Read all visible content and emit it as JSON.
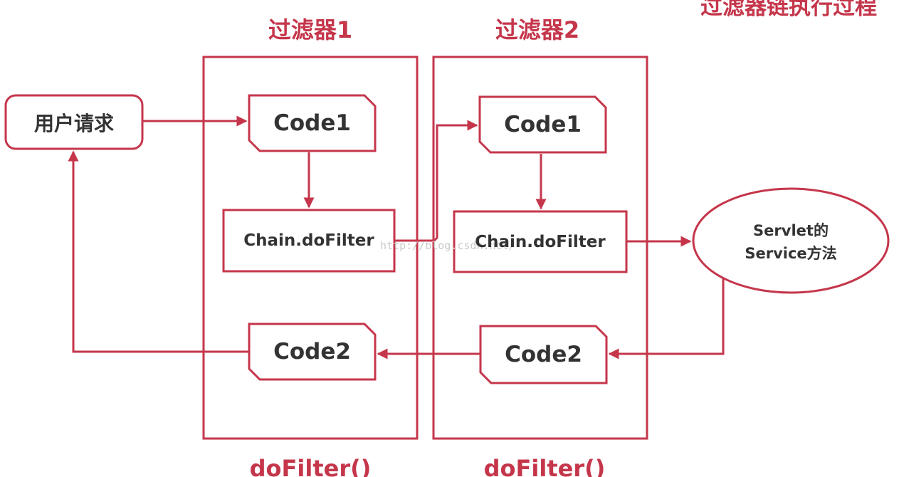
{
  "page_title_partial": "过滤器链执行过程",
  "filter1": {
    "title": "过滤器1",
    "method": "doFilter()"
  },
  "filter2": {
    "title": "过滤器2",
    "method": "doFilter()"
  },
  "user_request": "用户请求",
  "f1_code1": "Code1",
  "f1_chain": "Chain.doFilter",
  "f1_code2": "Code2",
  "f2_code1": "Code1",
  "f2_chain": "Chain.doFilter",
  "f2_code2": "Code2",
  "servlet": {
    "line1": "Servlet的",
    "line2": "Service方法"
  },
  "watermark": "http://blog.csdn.net/",
  "colors": {
    "accent": "#c5364b",
    "text": "#333333",
    "box_fill": "#ffffff"
  }
}
